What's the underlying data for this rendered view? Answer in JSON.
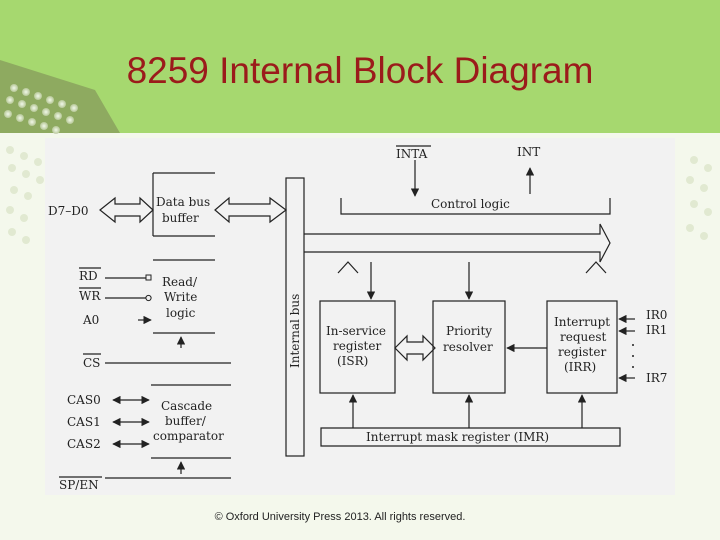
{
  "slide": {
    "title": "8259 Internal Block Diagram",
    "footer": "© Oxford University Press 2013. All rights reserved."
  },
  "colors": {
    "header_green": "#a6d86f",
    "title_red": "#9b1b1b",
    "diagram_bg": "#f2f2f2",
    "line": "#222222"
  },
  "diagram": {
    "signals_left": {
      "data": "D7–D0",
      "rd": "RD",
      "wr": "WR",
      "a0": "A0",
      "cs": "CS",
      "cas0": "CAS0",
      "cas1": "CAS1",
      "cas2": "CAS2",
      "sp_en": "SP/EN"
    },
    "signals_top": {
      "inta": "INTA",
      "int": "INT"
    },
    "signals_right": {
      "ir0": "IR0",
      "ir1": "IR1",
      "ir7": "IR7"
    },
    "blocks": {
      "data_bus_buffer": [
        "Data bus",
        "buffer"
      ],
      "read_write_logic": [
        "Read/",
        "Write",
        "logic"
      ],
      "cascade_buffer": [
        "Cascade",
        "buffer/",
        "comparator"
      ],
      "control_logic": "Control logic",
      "internal_bus": "Internal bus",
      "isr": [
        "In-service",
        "register",
        "(ISR)"
      ],
      "priority_resolver": [
        "Priority",
        "resolver"
      ],
      "irr": [
        "Interrupt",
        "request",
        "register",
        "(IRR)"
      ],
      "imr": "Interrupt mask register (IMR)"
    }
  }
}
